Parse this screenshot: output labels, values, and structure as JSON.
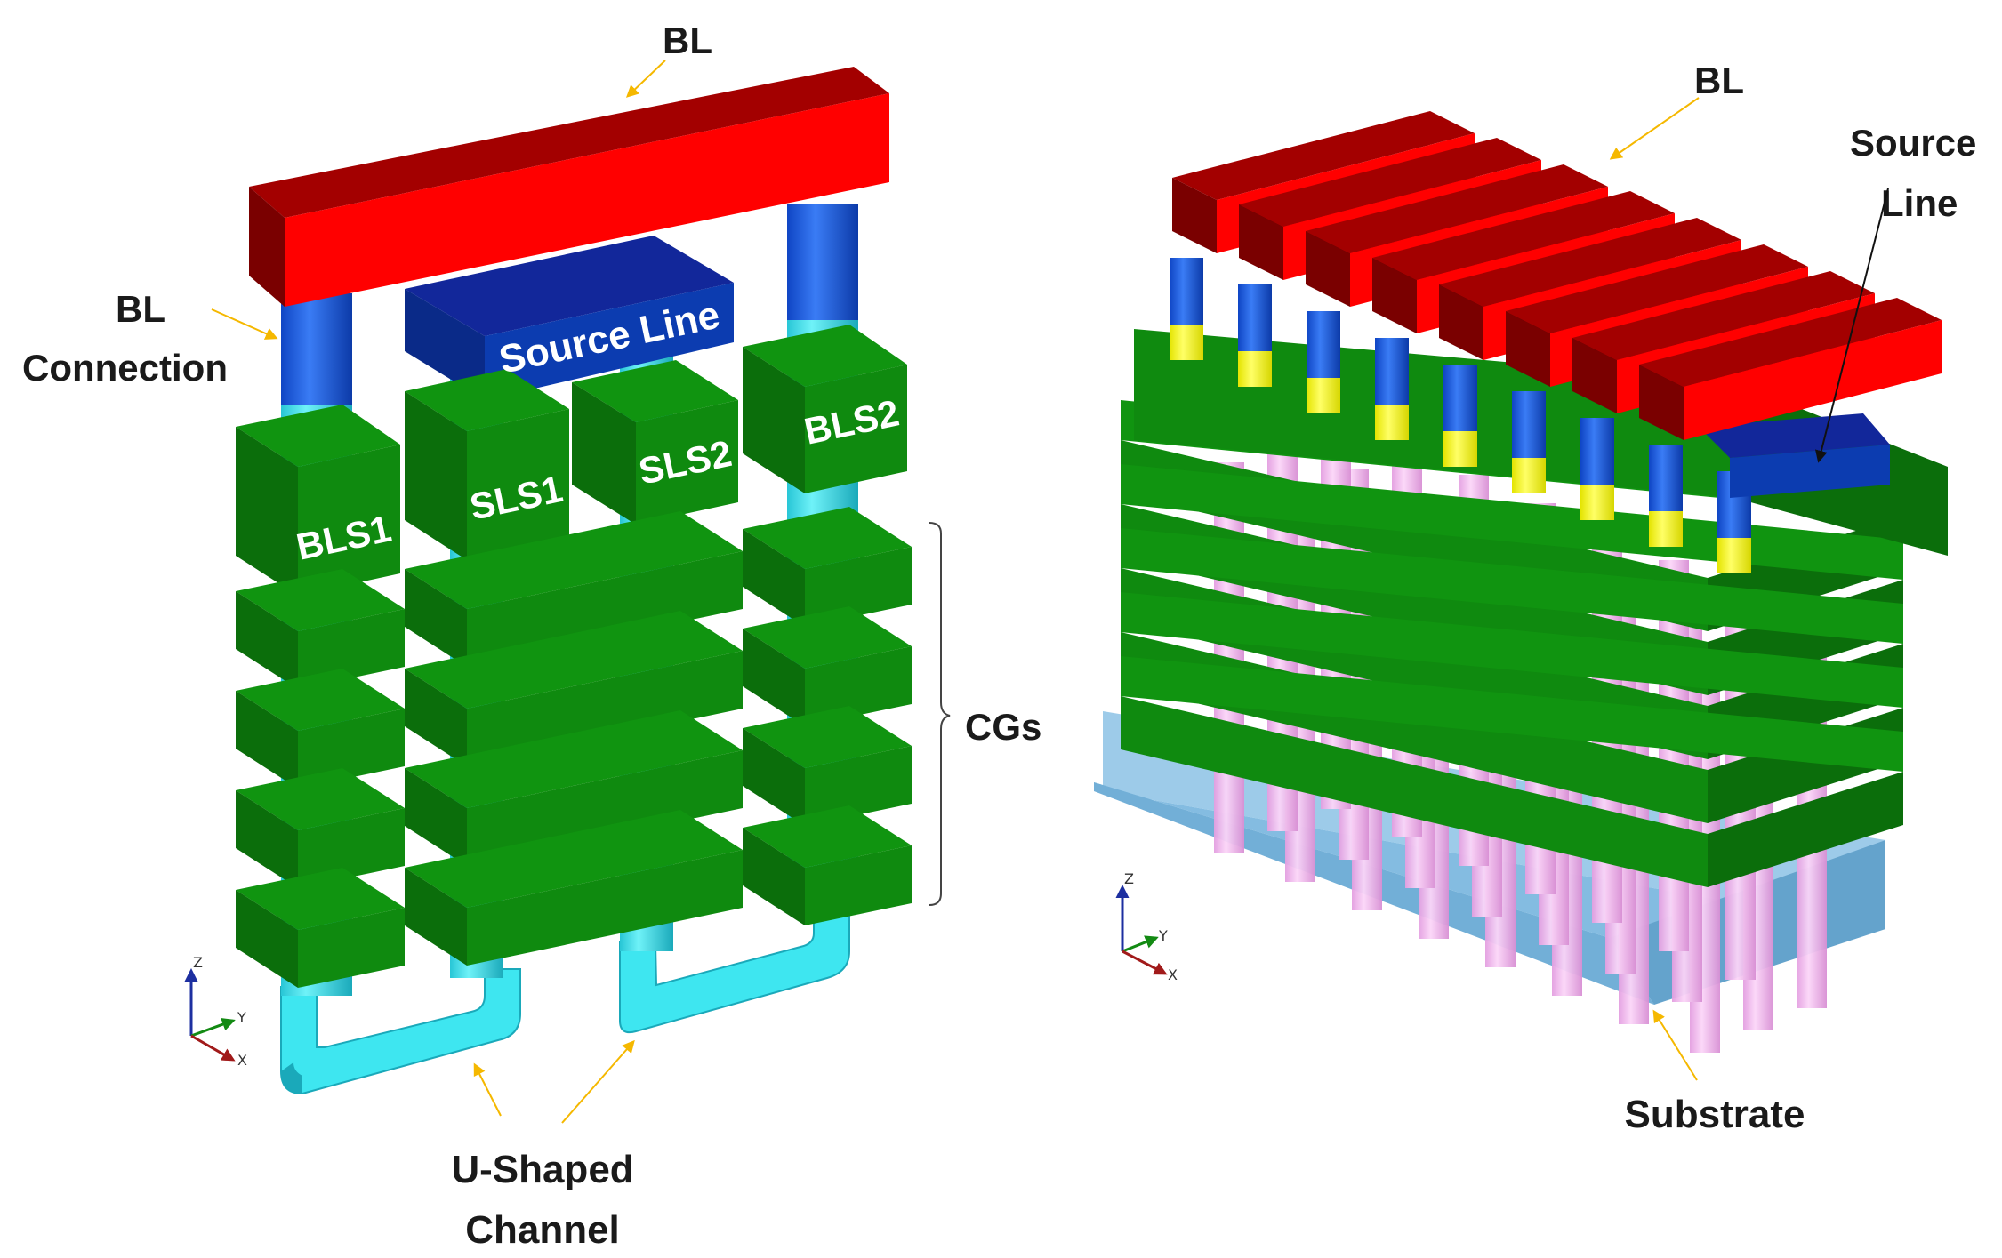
{
  "colors": {
    "bitline": "#ff0000",
    "bitline_dark": "#7a0000",
    "bitline_top": "#a30000",
    "gate_front": "#0f8a0f",
    "gate_top": "#109410",
    "gate_side": "#0b6e0b",
    "channel": "#3ee6f0",
    "connection": "#1a5ce6",
    "source_line": "#0c3cb0",
    "source_line_top": "#12279a",
    "plug": "#ffff00",
    "cell_channel": "#f0b4ec",
    "substrate": "#6fb1dc",
    "arrow": "#f5b800"
  },
  "left_figure": {
    "labels": {
      "bl": "BL",
      "bl_connection_line1": "BL",
      "bl_connection_line2": "Connection",
      "source_line": "Source Line",
      "bls1": "BLS1",
      "sls1": "SLS1",
      "sls2": "SLS2",
      "bls2": "BLS2",
      "cgs": "CGs",
      "u_shaped_line1": "U-Shaped",
      "u_shaped_line2": "Channel"
    },
    "axes": {
      "z": "Z",
      "y": "Y",
      "x": "X"
    }
  },
  "right_figure": {
    "labels": {
      "bl": "BL",
      "source_line_line1": "Source",
      "source_line_line2": "Line",
      "substrate": "Substrate"
    },
    "axes": {
      "z": "Z",
      "y": "Y",
      "x": "X"
    }
  }
}
